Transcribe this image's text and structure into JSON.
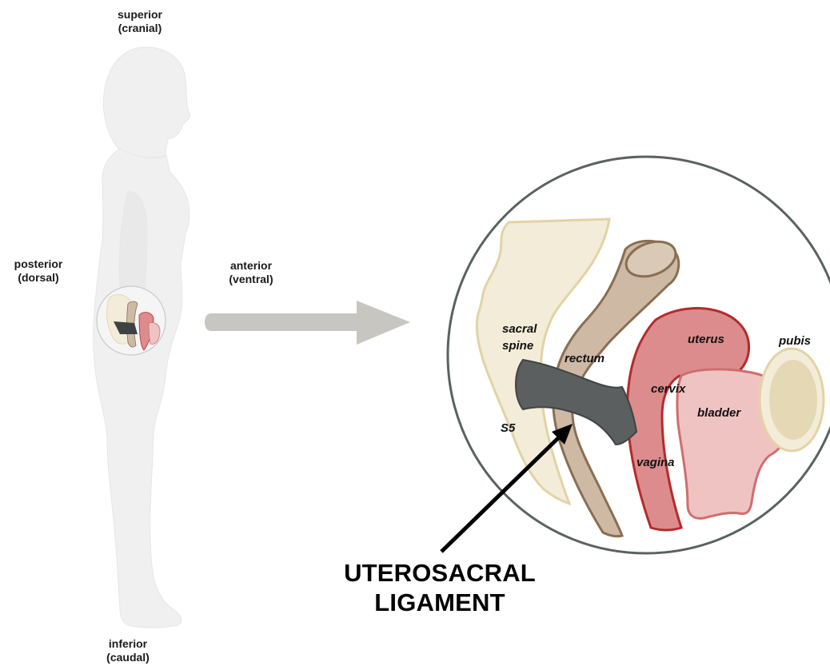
{
  "orientation": {
    "superior": {
      "line1": "superior",
      "line2": "(cranial)"
    },
    "inferior": {
      "line1": "inferior",
      "line2": "(caudal)"
    },
    "posterior": {
      "line1": "posterior",
      "line2": "(dorsal)"
    },
    "anterior": {
      "line1": "anterior",
      "line2": "(ventral)"
    }
  },
  "labels": {
    "sacral_spine_1": "sacral",
    "sacral_spine_2": "spine",
    "s5": "S5",
    "rectum": "rectum",
    "uterus": "uterus",
    "cervix": "cervix",
    "bladder": "bladder",
    "vagina": "vagina",
    "pubis": "pubis"
  },
  "callout": {
    "line1": "UTEROSACRAL",
    "line2": "LIGAMENT"
  },
  "colors": {
    "silhouette": "#f0f0f0",
    "bone": "#f3ecd9",
    "bone_outline": "#e2d3a5",
    "rectum": "#cdb9a4",
    "rectum_outline": "#8a6e52",
    "uterus": "#dc8c8c",
    "uterus_outline": "#b52a2a",
    "bladder": "#f0c3c3",
    "bladder_outline": "#cf6e6e",
    "ligament": "#5b5f5f",
    "arrow_gray": "#c8c6c0",
    "circle_outline": "#5a625f"
  }
}
